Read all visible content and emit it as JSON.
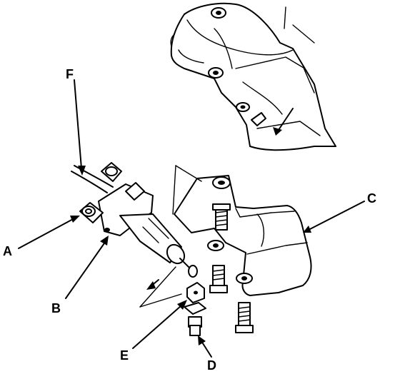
{
  "diagram": {
    "callouts": [
      {
        "id": "A",
        "label": "A"
      },
      {
        "id": "B",
        "label": "B"
      },
      {
        "id": "C",
        "label": "C"
      },
      {
        "id": "D",
        "label": "D"
      },
      {
        "id": "E",
        "label": "E"
      },
      {
        "id": "F",
        "label": "F"
      }
    ]
  },
  "colors": {
    "ink": "#000000",
    "paper": "#ffffff"
  }
}
